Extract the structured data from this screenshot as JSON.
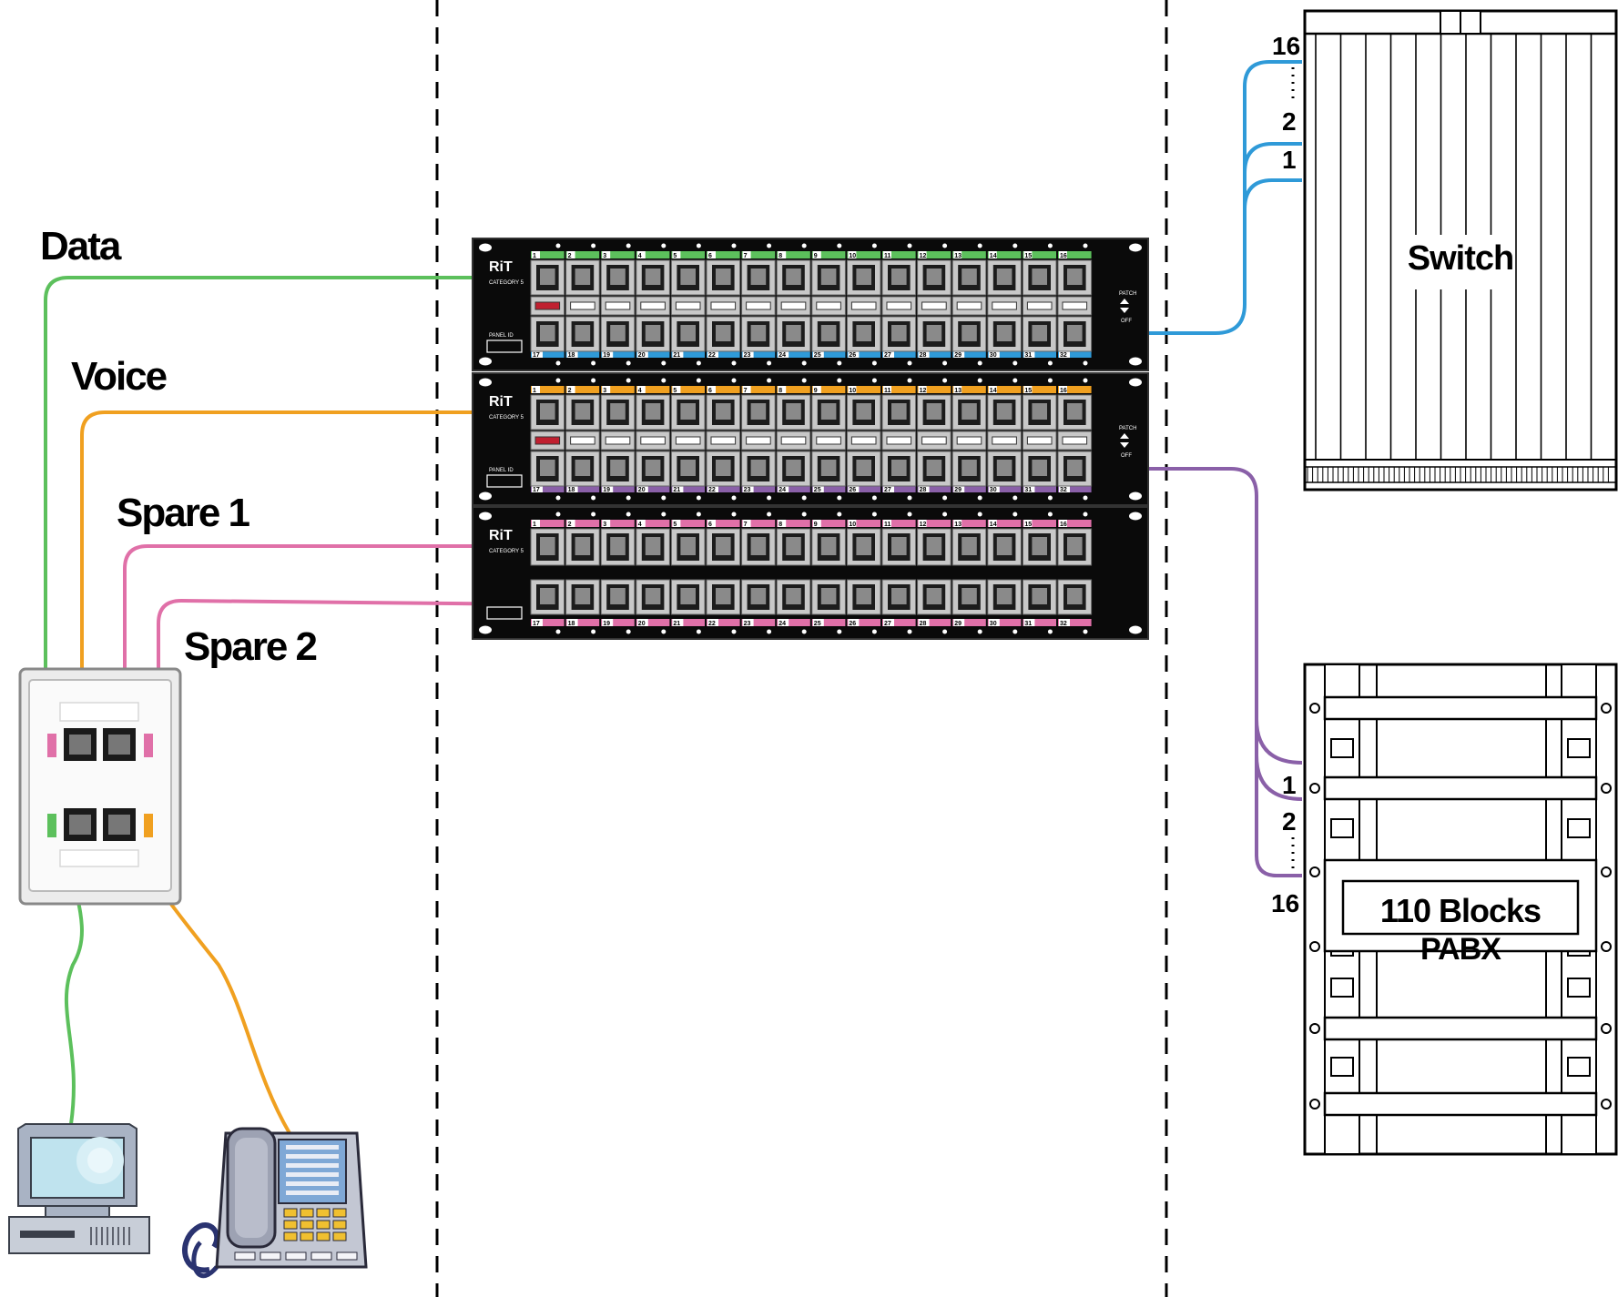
{
  "labels": {
    "data": "Data",
    "voice": "Voice",
    "spare1": "Spare 1",
    "spare2": "Spare 2",
    "switch": "Switch",
    "blocks": "110 Blocks",
    "pabx": "PABX"
  },
  "switch_numbers": [
    "16",
    "2",
    "1"
  ],
  "pabx_numbers": [
    "1",
    "2",
    "16"
  ],
  "panel": {
    "brand": "RiT",
    "category": "CATEGORY 5",
    "panel_id": "PANEL ID",
    "patch": "PATCH",
    "off": "OFF",
    "top_ports": [
      "1",
      "2",
      "3",
      "4",
      "5",
      "6",
      "7",
      "8",
      "9",
      "10",
      "11",
      "12",
      "13",
      "14",
      "15",
      "16"
    ],
    "bottom_ports": [
      "17",
      "18",
      "19",
      "20",
      "21",
      "22",
      "23",
      "24",
      "25",
      "26",
      "27",
      "28",
      "29",
      "30",
      "31",
      "32"
    ]
  },
  "colors": {
    "data": "#5cc05c",
    "voice": "#f0a020",
    "spare": "#e070a8",
    "switch_cable": "#2f9ad8",
    "pabx_cable": "#8a60a8",
    "panel": "#0a0a0a",
    "port": "#c8c8c8"
  }
}
